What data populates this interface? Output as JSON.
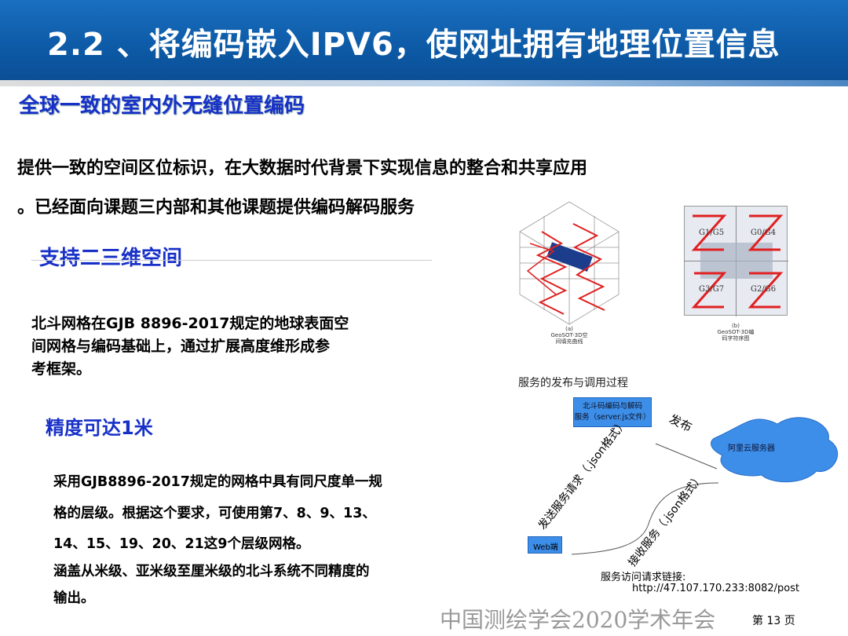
{
  "header": {
    "title": "2.2 、将编码嵌入IPV6，使网址拥有地理位置信息"
  },
  "section1": {
    "heading": "全球一致的室内外无缝位置编码",
    "lines": [
      "提供一致的空间区位标识，在大数据时代背景下实现信息的整合和共享应用",
      "。已经面向课题三内部和其他课题提供编码解码服务"
    ]
  },
  "section2": {
    "heading": "支持二三维空间",
    "lines": [
      "北斗网格在GJB 8896-2017规定的地球表面空",
      "间网格与编码基础上，通过扩展高度维形成参",
      "考框架。"
    ]
  },
  "section3": {
    "heading": "精度可达1米",
    "lines": [
      "采用GJB8896-2017规定的网格中具有同尺度单一规",
      "格的层级。根据这个要求，可使用第7、8、9、13、",
      "14、15、19、20、21这9个层级网格。",
      "涵盖从米级、亚米级至厘米级的北斗系统不同精度的",
      "输出。"
    ]
  },
  "figure_a": {
    "label": "(a)",
    "caption": [
      "GeoSOT-3D空",
      "间填充曲线"
    ]
  },
  "figure_b": {
    "label": "(b)",
    "caption": [
      "GeoSOT-3D编",
      "码字符序图"
    ],
    "cells": [
      "G1/G5",
      "G0/G4",
      "G3/G7",
      "G2/G6"
    ]
  },
  "diagram": {
    "title": "服务的发布与调用过程",
    "service_box": [
      "北斗码编码与解码",
      "服务（server.js文件）"
    ],
    "publish": "发布",
    "cloud": "阿里云服务器",
    "send": "发送服务请求（.json格式）",
    "receive": "接收服务（.json格式）",
    "web": "Web端",
    "link_label": "服务访问请求链接:",
    "link": "http://47.107.170.233:8082/post"
  },
  "watermark": "中国测绘学会2020学术年会",
  "footer": {
    "page": "第 13 页"
  },
  "colors": {
    "header": "#0d5aa6",
    "heading": "#1730c8",
    "diagram_box": "#3c8ee8",
    "curve": "#e02020"
  }
}
